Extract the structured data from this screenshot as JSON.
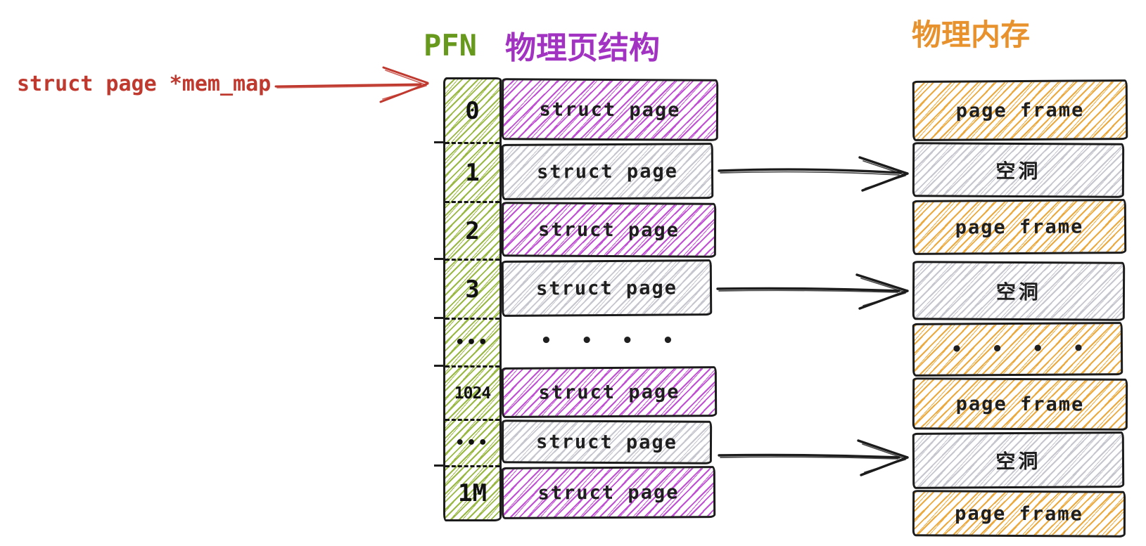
{
  "colors": {
    "red": "#c0392f",
    "green_title": "#67991d",
    "purple_title": "#a233c2",
    "orange_title": "#e8922d",
    "green_hatch": "#9ab944",
    "purple_hatch": "#c04fd4",
    "orange_hatch": "#ecaa3e",
    "gray_hatch": "#c6c6ce",
    "ink": "#1c1c1c"
  },
  "pointer": {
    "label": "struct page *mem_map"
  },
  "headers": {
    "pfn": "PFN",
    "page_struct": "物理页结构",
    "physical_memory": "物理内存"
  },
  "pfn_column": {
    "labels": [
      "0",
      "1",
      "2",
      "3",
      "•••",
      "1024",
      "•••",
      "1M"
    ]
  },
  "page_struct_column": {
    "rows": [
      {
        "text": "struct page",
        "style": "purple"
      },
      {
        "text": "struct page",
        "style": "gray"
      },
      {
        "text": "struct page",
        "style": "purple"
      },
      {
        "text": "struct page",
        "style": "gray"
      },
      {
        "text": "• • • •",
        "style": "blank"
      },
      {
        "text": "struct page",
        "style": "purple"
      },
      {
        "text": "struct page",
        "style": "gray"
      },
      {
        "text": "struct page",
        "style": "purple"
      }
    ]
  },
  "physical_memory_column": {
    "rows": [
      {
        "text": "page frame",
        "style": "orange"
      },
      {
        "text": "空洞",
        "style": "gray"
      },
      {
        "text": "page frame",
        "style": "orange"
      },
      {
        "text": "空洞",
        "style": "gray"
      },
      {
        "text": "• • • •",
        "style": "orange"
      },
      {
        "text": "page frame",
        "style": "orange"
      },
      {
        "text": "空洞",
        "style": "gray"
      },
      {
        "text": "page frame",
        "style": "orange"
      }
    ]
  }
}
